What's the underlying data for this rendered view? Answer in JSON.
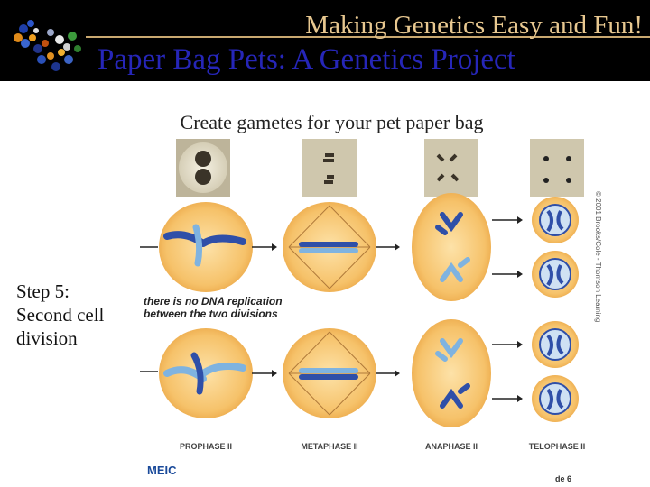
{
  "header": {
    "tagline": "Making Genetics Easy and Fun!",
    "title": "Paper Bag Pets: A Genetics Project",
    "logo_icon": "dna-molecule-icon"
  },
  "subtitle": "Create gametes for your pet paper bag",
  "step": {
    "line1": "Step 5:",
    "line2": "Second cell",
    "line3": "division"
  },
  "figure": {
    "stages": [
      "PROPHASE II",
      "METAPHASE II",
      "ANAPHASE II",
      "TELOPHASE II"
    ],
    "note_line1": "there is no DNA replication",
    "note_line2": "between the two divisions",
    "credit": "© 2001 Brooks/Cole - Thomson Learning",
    "brand": "MEIC",
    "page": "de 6",
    "colors": {
      "cell": "#f6c26a",
      "chromosome_dark": "#2f4fa8",
      "chromosome_light": "#7fb3e0",
      "spindle": "#b07a3a"
    }
  }
}
